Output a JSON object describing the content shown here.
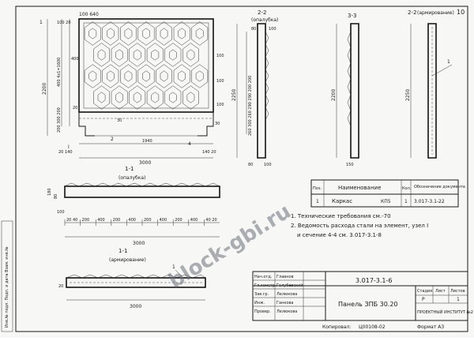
{
  "sheet": {
    "page_number": "10",
    "watermark": "block-gbi.ru"
  },
  "views": {
    "elevation_dims": {
      "top_small": "100 640",
      "left_offsets": "100 20",
      "height_total": "2200",
      "height_stack": "400 4x1=1600",
      "height_lower": "200 300 200",
      "right_offsets": [
        "100",
        "100",
        "100"
      ],
      "mid_left": "400",
      "inner_20": "20",
      "bottom_left": "20",
      "bottom_dims": [
        "20 140",
        "3000",
        "1940",
        "140 20"
      ],
      "bottom_mark": "30",
      "right_30": "30",
      "section_mark_1": "1",
      "section_mark_2": "2",
      "section_mark_4": "4",
      "section_mark_I": "I"
    },
    "view_22": {
      "title": "2-2",
      "subtitle": "(опалубка)",
      "height": "2250",
      "stack": "260 300 260 290 290 200 200",
      "dims_top": [
        "80",
        "100"
      ],
      "dims_bottom": [
        "80",
        "100"
      ]
    },
    "view_33": {
      "title": "3-3",
      "height": "2200",
      "dim_bottom": "150"
    },
    "view_22_arm": {
      "title": "2-2",
      "subtitle": "(армирование)",
      "height": "2250",
      "callout": "1"
    },
    "section_11_form": {
      "title": "1-1",
      "subtitle": "(опалубка)",
      "left_dims": [
        "180",
        "80",
        "100"
      ],
      "bottom_dims": [
        "20 40",
        "200",
        "400",
        "200",
        "400",
        "200",
        "400",
        "200",
        "400",
        "40 20"
      ],
      "overall": "3000"
    },
    "section_11_arm": {
      "title": "1-1",
      "subtitle": "(армирование)",
      "left_dim": "20",
      "callout": "1",
      "overall": "3000"
    }
  },
  "spec_table": {
    "headers": [
      "Поз.",
      "Наименование",
      "Кол.",
      "Обозначение документа"
    ],
    "rows": [
      [
        "1",
        "Каркас",
        "КП5",
        "1",
        "3.017-3.1-22"
      ]
    ]
  },
  "notes": [
    "1. Технические требования  см.-70",
    "2. Ведомость расхода стали на элемент, узел I",
    "и сечение 4-4   см.  3.017-3.1-8"
  ],
  "title_block": {
    "doc_code": "3.017-3.1-6",
    "name": "Панель ЗПБ 30.20",
    "stage_label": "Стадия",
    "sheet_label": "Лист",
    "sheets_label": "Листов",
    "stage_value": "Р",
    "sheets_value": "1",
    "org": "ПРОЕКТНЫЙ ИНСТИТУТ №2",
    "roles": [
      {
        "role": "Нач.отд.",
        "name": "Главнов"
      },
      {
        "role": "Гл.констр.",
        "name": "Голубевский"
      },
      {
        "role": "Зав.гр.",
        "name": "Лелюкова"
      },
      {
        "role": "Инж.",
        "name": "Ганкова"
      },
      {
        "role": "Провер.",
        "name": "Лелюкова"
      }
    ],
    "copied": "Копировал:",
    "copied_code": "Ц00108-02",
    "format": "Формат  А3"
  },
  "side_strip": "Инв.№ подл.   Подп. и дата   Взам. инв.№"
}
